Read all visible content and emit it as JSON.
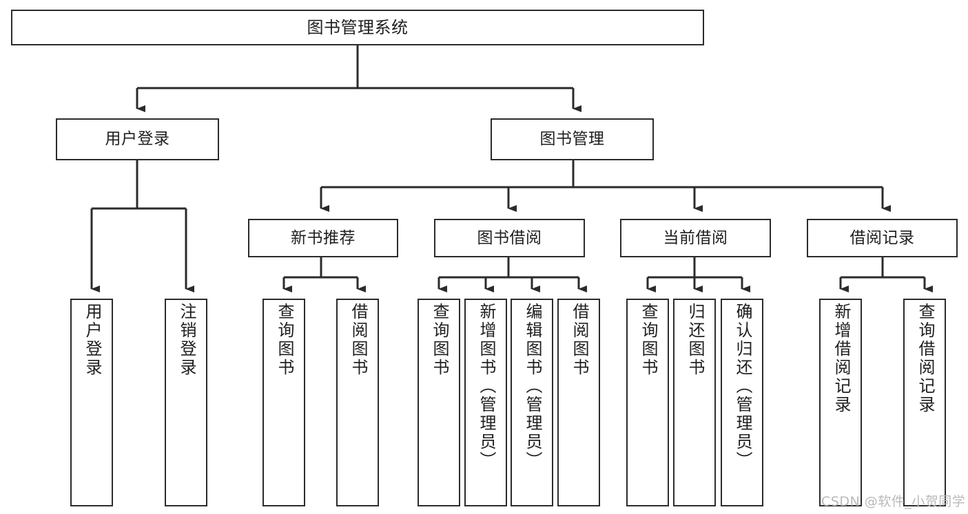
{
  "diagram": {
    "title": "图书管理系统",
    "type": "tree",
    "stroke_color": "#2b2b2b",
    "text_color": "#1f1f1f",
    "background_color": "#ffffff",
    "watermark": "CSDN @软件_小贺同学",
    "watermark_color": "#b9b9b9"
  },
  "nodes": {
    "root": {
      "label": "图书管理系统"
    },
    "level2": [
      {
        "label": "用户登录"
      },
      {
        "label": "图书管理"
      }
    ],
    "level3": [
      {
        "label": "新书推荐"
      },
      {
        "label": "图书借阅"
      },
      {
        "label": "当前借阅"
      },
      {
        "label": "借阅记录"
      }
    ],
    "leaves": {
      "user_login": [
        {
          "label": "用户登录"
        },
        {
          "label": "注销登录"
        }
      ],
      "new_book": [
        {
          "label": "查询图书"
        },
        {
          "label": "借阅图书"
        }
      ],
      "book_borrow": [
        {
          "label": "查询图书"
        },
        {
          "label": "新增图书（管理员）"
        },
        {
          "label": "编辑图书（管理员）"
        },
        {
          "label": "借阅图书"
        }
      ],
      "current_borrow": [
        {
          "label": "查询图书"
        },
        {
          "label": "归还图书"
        },
        {
          "label": "确认归还（管理员）"
        }
      ],
      "borrow_record": [
        {
          "label": "新增借阅记录"
        },
        {
          "label": "查询借阅记录"
        }
      ]
    }
  }
}
